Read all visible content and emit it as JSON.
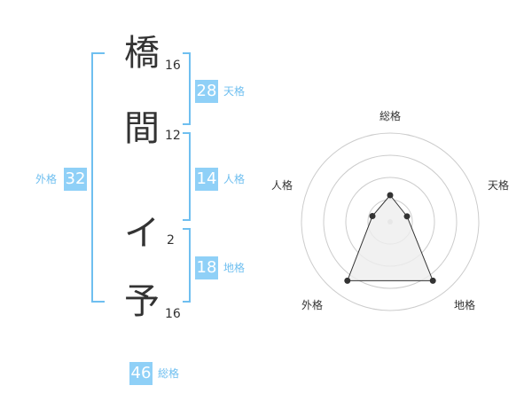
{
  "name": {
    "chars": [
      {
        "char": "橋",
        "strokes": "16"
      },
      {
        "char": "間",
        "strokes": "12"
      },
      {
        "char": "イ",
        "strokes": "2"
      },
      {
        "char": "予",
        "strokes": "16"
      }
    ]
  },
  "fortune": {
    "tenkaku": {
      "value": "28",
      "label": "天格"
    },
    "jinkaku": {
      "value": "14",
      "label": "人格"
    },
    "chikaku": {
      "value": "18",
      "label": "地格"
    },
    "gaikaku": {
      "value": "32",
      "label": "外格"
    },
    "soukaku": {
      "value": "46",
      "label": "総格"
    }
  },
  "radar": {
    "axes": [
      "総格",
      "天格",
      "地格",
      "外格",
      "人格"
    ],
    "values": [
      0.3,
      0.2,
      0.82,
      0.82,
      0.21
    ],
    "colors": {
      "bracket": "#6fbff0",
      "box": "#8fd0f7",
      "ring": "#cccccc",
      "fill": "#eeeeee",
      "line": "#333333"
    }
  }
}
